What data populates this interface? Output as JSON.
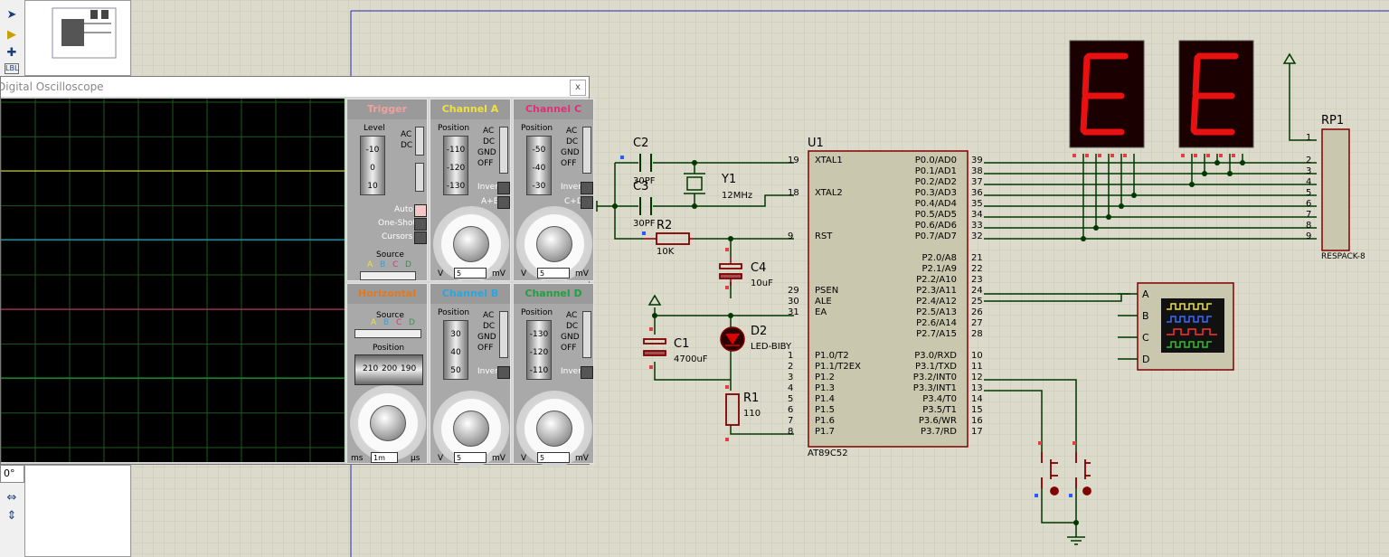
{
  "sidebar": {
    "angle_value": "0°"
  },
  "scope": {
    "title": "Digital Oscilloscope",
    "close_label": "x",
    "trigger": {
      "title": "Trigger",
      "level_label": "Level",
      "level_ticks": [
        "-10",
        "0",
        "10"
      ],
      "coupling": [
        "AC",
        "DC"
      ],
      "mode_auto": "Auto",
      "mode_oneshot": "One-Shot",
      "cursors": "Cursors",
      "source_label": "Source",
      "source_letters": [
        "A",
        "B",
        "C",
        "D"
      ]
    },
    "horizontal": {
      "title": "Horizontal",
      "source_label": "Source",
      "source_letters": [
        "A",
        "B",
        "C",
        "D"
      ],
      "position_label": "Position",
      "position_ticks": [
        "210",
        "200",
        "190"
      ],
      "units_left": "ms",
      "value": "1m",
      "units_right": "µs"
    },
    "channels": [
      {
        "key": "A",
        "title": "Channel A",
        "color": "#f0e040",
        "position_label": "Position",
        "ticks": [
          "-110",
          "-120",
          "-130"
        ],
        "options": [
          "AC",
          "DC",
          "GND",
          "OFF"
        ],
        "invert": "Invert",
        "extra": "A+B",
        "unit_left": "V",
        "value": "5",
        "unit_right": "mV"
      },
      {
        "key": "C",
        "title": "Channel C",
        "color": "#e0307a",
        "position_label": "Position",
        "ticks": [
          "-50",
          "-40",
          "-30"
        ],
        "options": [
          "AC",
          "DC",
          "GND",
          "OFF"
        ],
        "invert": "Invert",
        "extra": "C+D",
        "unit_left": "V",
        "value": "5",
        "unit_right": "mV"
      },
      {
        "key": "B",
        "title": "Channel B",
        "color": "#2aa6e0",
        "position_label": "Position",
        "ticks": [
          "30",
          "40",
          "50"
        ],
        "options": [
          "AC",
          "DC",
          "GND",
          "OFF"
        ],
        "invert": "Invert",
        "extra": "",
        "unit_left": "V",
        "value": "5",
        "unit_right": "mV"
      },
      {
        "key": "D",
        "title": "Channel D",
        "color": "#22a040",
        "position_label": "Position",
        "ticks": [
          "-130",
          "-120",
          "-110"
        ],
        "options": [
          "AC",
          "DC",
          "GND",
          "OFF"
        ],
        "invert": "Invert",
        "extra": "",
        "unit_left": "V",
        "value": "5",
        "unit_right": "mV"
      }
    ]
  },
  "schematic": {
    "chip": {
      "ref": "U1",
      "part": "AT89C52",
      "left_pins": [
        {
          "num": "19",
          "name": "XTAL1"
        },
        {
          "num": "18",
          "name": "XTAL2"
        },
        {
          "num": "9",
          "name": "RST"
        },
        {
          "num": "29",
          "name": "PSEN"
        },
        {
          "num": "30",
          "name": "ALE"
        },
        {
          "num": "31",
          "name": "EA"
        },
        {
          "num": "1",
          "name": "P1.0/T2"
        },
        {
          "num": "2",
          "name": "P1.1/T2EX"
        },
        {
          "num": "3",
          "name": "P1.2"
        },
        {
          "num": "4",
          "name": "P1.3"
        },
        {
          "num": "5",
          "name": "P1.4"
        },
        {
          "num": "6",
          "name": "P1.5"
        },
        {
          "num": "7",
          "name": "P1.6"
        },
        {
          "num": "8",
          "name": "P1.7"
        }
      ],
      "right_pins": [
        {
          "num": "39",
          "name": "P0.0/AD0"
        },
        {
          "num": "38",
          "name": "P0.1/AD1"
        },
        {
          "num": "37",
          "name": "P0.2/AD2"
        },
        {
          "num": "36",
          "name": "P0.3/AD3"
        },
        {
          "num": "35",
          "name": "P0.4/AD4"
        },
        {
          "num": "34",
          "name": "P0.5/AD5"
        },
        {
          "num": "33",
          "name": "P0.6/AD6"
        },
        {
          "num": "32",
          "name": "P0.7/AD7"
        },
        {
          "num": "21",
          "name": "P2.0/A8"
        },
        {
          "num": "22",
          "name": "P2.1/A9"
        },
        {
          "num": "23",
          "name": "P2.2/A10"
        },
        {
          "num": "24",
          "name": "P2.3/A11"
        },
        {
          "num": "25",
          "name": "P2.4/A12"
        },
        {
          "num": "26",
          "name": "P2.5/A13"
        },
        {
          "num": "27",
          "name": "P2.6/A14"
        },
        {
          "num": "28",
          "name": "P2.7/A15"
        },
        {
          "num": "10",
          "name": "P3.0/RXD"
        },
        {
          "num": "11",
          "name": "P3.1/TXD"
        },
        {
          "num": "12",
          "name": "P3.2/INT0"
        },
        {
          "num": "13",
          "name": "P3.3/INT1"
        },
        {
          "num": "14",
          "name": "P3.4/T0"
        },
        {
          "num": "15",
          "name": "P3.5/T1"
        },
        {
          "num": "16",
          "name": "P3.6/WR"
        },
        {
          "num": "17",
          "name": "P3.7/RD"
        }
      ]
    },
    "c2": {
      "ref": "C2",
      "value": "30PF"
    },
    "c3": {
      "ref": "C3",
      "value": "30PF"
    },
    "y1": {
      "ref": "Y1",
      "value": "12MHz"
    },
    "r2": {
      "ref": "R2",
      "value": "10K"
    },
    "c4": {
      "ref": "C4",
      "value": "10uF"
    },
    "c1": {
      "ref": "C1",
      "value": "4700uF"
    },
    "d2": {
      "ref": "D2",
      "value": "LED-BIBY"
    },
    "r1": {
      "ref": "R1",
      "value": "110"
    },
    "rp1": {
      "ref": "RP1",
      "value": "RESPACK-8",
      "pins": [
        "1",
        "2",
        "3",
        "4",
        "5",
        "6",
        "7",
        "8",
        "9"
      ]
    },
    "scope_symbol": {
      "inputs": [
        "A",
        "B",
        "C",
        "D"
      ]
    },
    "display_digits": [
      "E",
      "E"
    ]
  }
}
